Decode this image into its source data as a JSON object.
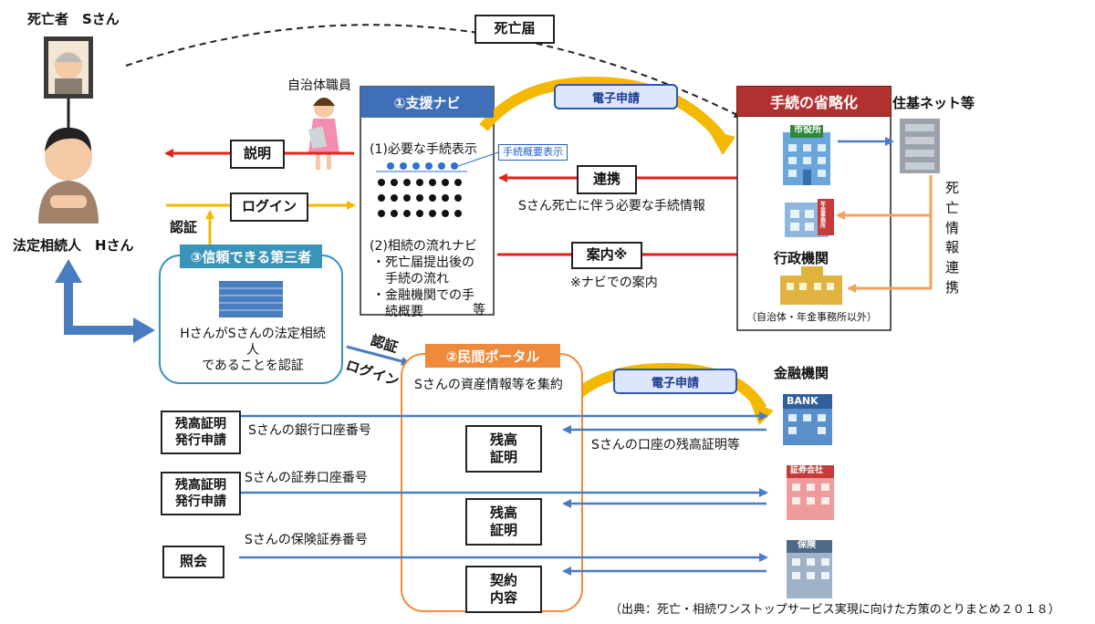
{
  "deceased": {
    "label": "死亡者　Sさん"
  },
  "heir": {
    "label": "法定相続人　Hさん"
  },
  "staff": {
    "label": "自治体職員"
  },
  "death_notice": "死亡届",
  "navi": {
    "title": "①支援ナビ",
    "item1": "(1)必要な手続表示",
    "tooltip": "手続概要表示",
    "item2": "(2)相続の流れナビ",
    "sub1": "・死亡届提出後の\n　手続の流れ",
    "sub2": "・金融機関での手\n　続概要",
    "etc": "等"
  },
  "arrows": {
    "explain": "説明",
    "login": "ログイン",
    "auth": "認証",
    "renkei": "連携",
    "renkei_caption": "Sさん死亡に伴う必要な手続情報",
    "annai": "案内※",
    "annai_note": "※ナビでの案内",
    "e_apply_top": "電子申請",
    "e_apply_bottom": "電子申請",
    "portal_auth": "認証",
    "portal_login": "ログイン"
  },
  "third_party": {
    "title": "③信頼できる第三者",
    "text": "HさんがSさんの法定相続人\nであることを認証"
  },
  "simplify": {
    "title": "手続の省略化",
    "juki": "住基ネット等",
    "city_sign": "市役所",
    "pension_sign": "年金事務所",
    "gyosei": "行政機関",
    "caption": "（自治体・年金事務所以外）",
    "death_info": "死\n亡\n情\n報\n連\n携"
  },
  "portal": {
    "title": "②民間ポータル",
    "text": "Sさんの資産情報等を集約",
    "box1": "残高\n証明",
    "box2": "残高\n証明",
    "box3": "契約\n内容"
  },
  "finance": {
    "title": "金融機関",
    "bank_sign": "BANK",
    "securities_sign": "証券会社",
    "insurance_sign": "保険",
    "balance_caption": "Sさんの口座の残高証明等"
  },
  "requests": {
    "r1": "残高証明\n発行申請",
    "r1_caption": "Sさんの銀行口座番号",
    "r2": "残高証明\n発行申請",
    "r2_caption": "Sさんの証券口座番号",
    "r3": "照会",
    "r3_caption": "Sさんの保険証券番号"
  },
  "source": "（出典：死亡・相続ワンストップサービス実現に向けた方策のとりまとめ２０１８）",
  "colors": {
    "red": "#e2231a",
    "yellow": "#f5b800",
    "blue": "#4a7cc0",
    "orange": "#f0a55a",
    "navi_header": "#3f6fb6",
    "simplify_header": "#b33030",
    "third_header": "#3a93b8",
    "portal_header": "#ef8a3a",
    "teal_border": "#3a93b8"
  }
}
